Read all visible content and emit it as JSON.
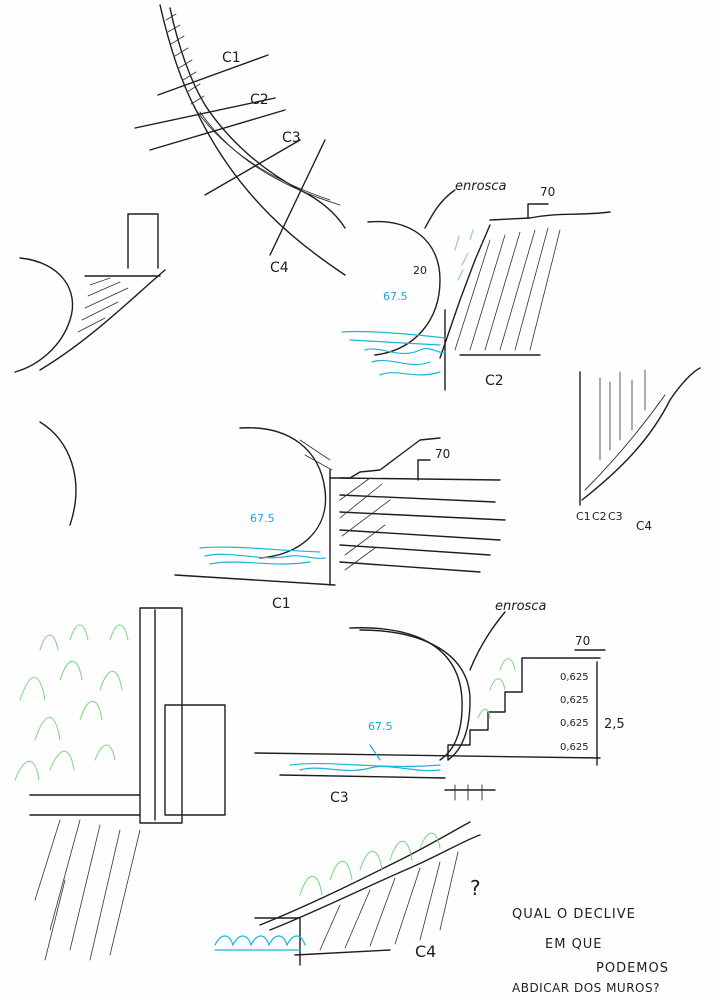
{
  "sketch_1": {
    "labels": [
      "C1",
      "C2",
      "C3",
      "C4"
    ]
  },
  "sketch_c2": {
    "label": "C2",
    "enroscamento": "enrosca",
    "top_level": "70",
    "mid_level": "20",
    "water_level": "67.5"
  },
  "sketch_profiles": {
    "labels": [
      "C1",
      "C2",
      "C3",
      "C4"
    ]
  },
  "sketch_c1": {
    "label": "C1",
    "top_level": "70",
    "water_level": "67.5"
  },
  "sketch_c3": {
    "label": "C3",
    "enroscamento": "enrosca",
    "top_level": "70",
    "water_level": "67.5",
    "steps": [
      "0,625",
      "0,625",
      "0,625",
      "0,625"
    ],
    "total": "2,5"
  },
  "sketch_c4": {
    "label": "C4"
  },
  "question": {
    "lines": [
      "QUAL O DECLIVE",
      "EM QUE",
      "PODEMOS",
      "ABDICAR DOS MUROS?"
    ],
    "mark": "?"
  },
  "colors": {
    "ink": "#1e1e1e",
    "water": "#1ab6d6",
    "vegetation": "#7ed57e"
  }
}
